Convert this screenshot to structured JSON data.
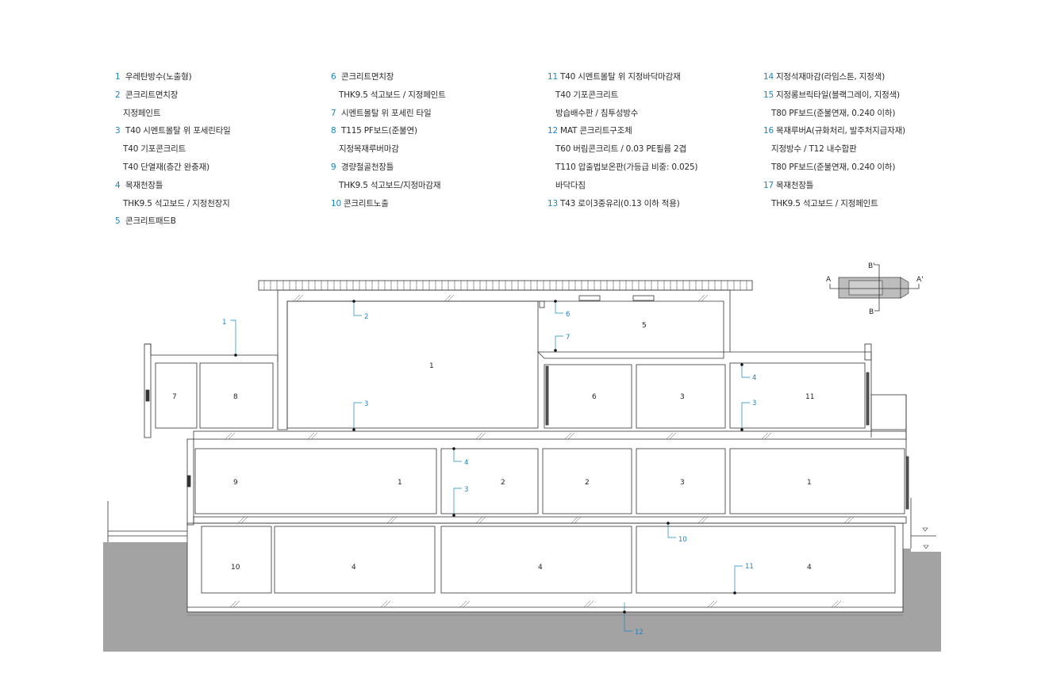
{
  "legend": {
    "col1": [
      {
        "num": "1",
        "text": "우레탄방수(노출형)"
      },
      {
        "num": "2",
        "text": "콘크리트면치장"
      },
      {
        "num": "",
        "text": "지정페인트"
      },
      {
        "num": "3",
        "text": "T40 시멘트몰탈 위 포세린타일"
      },
      {
        "num": "",
        "text": "T40 기포콘크리트"
      },
      {
        "num": "",
        "text": "T40 단열재(층간 완충재)"
      },
      {
        "num": "4",
        "text": "목재천장틀"
      },
      {
        "num": "",
        "text": "THK9.5 석고보드 / 지정천장지"
      },
      {
        "num": "5",
        "text": "콘크리트패드B"
      }
    ],
    "col2": [
      {
        "num": "6",
        "text": "콘크리트면치장"
      },
      {
        "num": "",
        "text": "THK9.5 석고보드 / 지정페인트"
      },
      {
        "num": "7",
        "text": "시멘트몰탈 위 포세린 타일"
      },
      {
        "num": "8",
        "text": "T115 PF보드(준불연)"
      },
      {
        "num": "",
        "text": "지정목재루버마감"
      },
      {
        "num": "9",
        "text": "경량철골천장틀"
      },
      {
        "num": "",
        "text": "THK9.5 석고보드/지정마감재"
      },
      {
        "num": "10",
        "text": "콘크리트노출"
      }
    ],
    "col3": [
      {
        "num": "11",
        "text": "T40 시멘트몰탈 위 지정바닥마감재"
      },
      {
        "num": "",
        "text": "T40 기포콘크리트"
      },
      {
        "num": "",
        "text": "방습배수판 / 침투성방수"
      },
      {
        "num": "12",
        "text": "MAT 콘크리트구조체"
      },
      {
        "num": "",
        "text": "T60 버림콘크리트 / 0.03 PE필름 2겹"
      },
      {
        "num": "",
        "text": "T110 압출법보온판(가등급 비중: 0.025)"
      },
      {
        "num": "",
        "text": "바닥다짐"
      },
      {
        "num": "13",
        "text": "T43 로이3중유리(0.13 이하 적용)"
      }
    ],
    "col4": [
      {
        "num": "14",
        "text": "지정석재마감(라임스톤, 지정색)"
      },
      {
        "num": "15",
        "text": "지정롱브릭타일(블랙그레이, 지정색)"
      },
      {
        "num": "",
        "text": "T80 PF보드(준불연재, 0.240 이하)"
      },
      {
        "num": "16",
        "text": "목재루버A(규화처리, 발주처지급자재)"
      },
      {
        "num": "",
        "text": "지정방수 / T12 내수합판"
      },
      {
        "num": "",
        "text": "T80 PF보드(준불연재, 0.240 이하)"
      },
      {
        "num": "17",
        "text": "목재천장틀"
      },
      {
        "num": "",
        "text": "THK9.5 석고보드 / 지정페인트"
      }
    ]
  },
  "keyplan": {
    "a": "A",
    "a_prime": "A'",
    "b": "B",
    "b_prime": "B'"
  },
  "rooms": {
    "r_top_1": "1",
    "r_top_5": "5",
    "r_2_7": "7",
    "r_2_8": "8",
    "r_2_6": "6",
    "r_2_3": "3",
    "r_2_11": "11",
    "r_1_9": "9",
    "r_1_1a": "1",
    "r_1_2a": "2",
    "r_1_2b": "2",
    "r_1_3": "3",
    "r_1_1b": "1",
    "r_b_10": "10",
    "r_b_4a": "4",
    "r_b_4b": "4",
    "r_b_4c": "4"
  },
  "callouts": {
    "c1": "1",
    "c2": "2",
    "c3a": "3",
    "c6": "6",
    "c7": "7",
    "c4a": "4",
    "c3b": "3",
    "c4b": "4",
    "c3c": "3",
    "c10": "10",
    "c11": "11",
    "c12": "12"
  },
  "colors": {
    "ground": "#a3a3a3",
    "line": "#333333",
    "callout": "#1a86c2",
    "keyplan_fill": "#bdbdbd"
  }
}
